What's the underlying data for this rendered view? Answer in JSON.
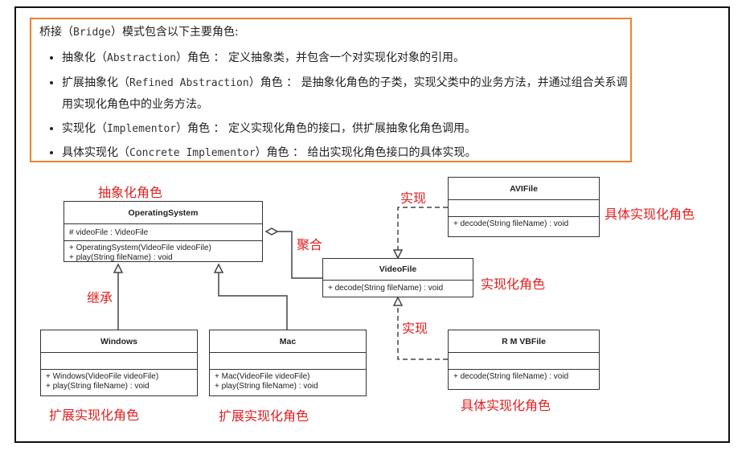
{
  "note": {
    "intro": "桥接（Bridge）模式包含以下主要角色:",
    "items": [
      {
        "name": "抽象化（Abstraction）角色",
        "desc": " ： 定义抽象类，并包含一个对实现化对象的引用。"
      },
      {
        "name": "扩展抽象化（Refined Abstraction）角色",
        "desc": " ： 是抽象化角色的子类，实现父类中的业务方法，并通过组合关系调用实现化角色中的业务方法。"
      },
      {
        "name": "实现化（Implementor）角色",
        "desc": " ： 定义实现化角色的接口，供扩展抽象化角色调用。"
      },
      {
        "name": "具体实现化（Concrete Implementor）角色",
        "desc": " ： 给出实现化角色接口的具体实现。"
      }
    ]
  },
  "classes": {
    "operating_system": {
      "name": "OperatingSystem",
      "attr": "# videoFile : VideoFile",
      "op1": "+ OperatingSystem(VideoFile videoFile)",
      "op2": "+ play(String fileName) : void"
    },
    "windows": {
      "name": "Windows",
      "op1": "+ Windows(VideoFile videoFile)",
      "op2": "+ play(String fileName) : void"
    },
    "mac": {
      "name": "Mac",
      "op1": "+ Mac(VideoFile videoFile)",
      "op2": "+ play(String fileName) : void"
    },
    "video_file": {
      "name": "VideoFile",
      "op1": "+ decode(String fileName) : void"
    },
    "avi_file": {
      "name": "AVIFile",
      "op1": "+ decode(String fileName) : void"
    },
    "rmvb_file": {
      "name": "R M VBFile",
      "op1": "+ decode(String fileName) : void"
    }
  },
  "labels": {
    "abstraction": "抽象化角色",
    "inherit": "继承",
    "aggregate": "聚合",
    "implement_top": "实现",
    "implement_bottom": "实现",
    "implementor": "实现化角色",
    "concrete_top": "具体实现化角色",
    "concrete_bottom": "具体实现化角色",
    "refined_left": "扩展实现化角色",
    "refined_right": "扩展实现化角色"
  },
  "colors": {
    "annotation": "#e02020",
    "note_border": "#f0802c",
    "frame": "#111111"
  }
}
